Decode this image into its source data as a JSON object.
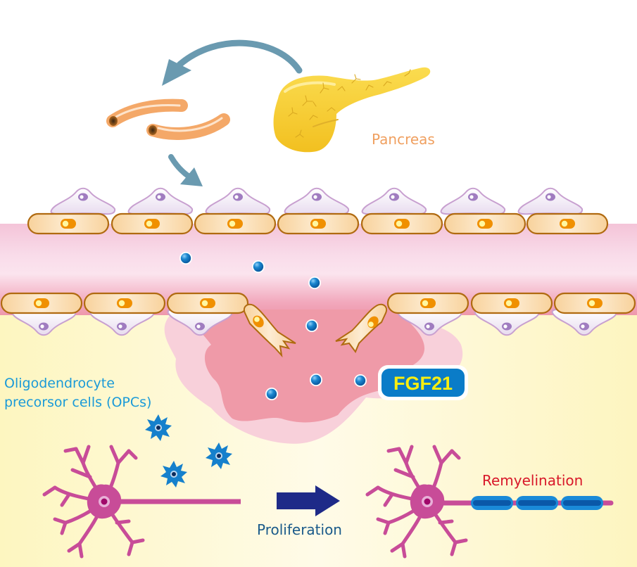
{
  "title": "FGF21 from the pancreas promotes OPC proliferation and remyelination",
  "labels": {
    "pancreas": "Pancreas",
    "opcs_line1": "Oligodendrocyte",
    "opcs_line2": "precorsor cells (OPCs)",
    "fgf21": "FGF21",
    "proliferation": "Proliferation",
    "remyelination": "Remyelination"
  },
  "colors": {
    "pancreas_label": "#f0a060",
    "opcs_label": "#1a9ad8",
    "fgf21_badge_bg": "#0a7cc8",
    "fgf21_badge_text": "#f8ee10",
    "proliferation_label": "#1a5a8a",
    "remyelination_label": "#d8182a",
    "pancreas": "#f5c830",
    "vessel_tube": "#f4a868",
    "flow_arrow": "#6a9ab0",
    "endothelial_cell": "#fbe0b8",
    "endothelial_border": "#b06a10",
    "endothelial_nucleus": "#f09000",
    "pericyte": "#f3ecf6",
    "pericyte_border": "#c8a0d0",
    "pericyte_nucleus": "#a07cc0",
    "blood_lumen": "#f7d0e0",
    "lesion": "#ef9aa8",
    "lesion_halo": "#f8d0da",
    "tissue_bg": "#fdf7c8",
    "fgf21_molecule": "#1a86cf",
    "opc_cell": "#1580cc",
    "neuron": "#c84c98",
    "myelin": "#1a8ad8",
    "myelin_core": "#0a58a8",
    "proliferation_arrow": "#1e2a88"
  },
  "diagram": {
    "nodes": [
      {
        "id": "pancreas",
        "label": "Pancreas",
        "kind": "organ"
      },
      {
        "id": "blood_vessel",
        "label": "",
        "kind": "vessel"
      },
      {
        "id": "bbb_lesion",
        "label": "",
        "kind": "damaged endothelium"
      },
      {
        "id": "fgf21",
        "label": "FGF21",
        "kind": "molecule"
      },
      {
        "id": "opcs",
        "label": "Oligodendrocyte precorsor cells (OPCs)",
        "kind": "cell"
      },
      {
        "id": "neuron_before",
        "label": "",
        "kind": "neuron"
      },
      {
        "id": "neuron_after",
        "label": "Remyelination",
        "kind": "neuron"
      }
    ],
    "edges": [
      {
        "from": "pancreas",
        "to": "blood_vessel",
        "label": ""
      },
      {
        "from": "blood_vessel",
        "to": "bbb_lesion",
        "label": ""
      },
      {
        "from": "neuron_before",
        "to": "neuron_after",
        "label": "Proliferation"
      }
    ],
    "counts": {
      "upper_endothelial_cells": 7,
      "upper_pericytes": 7,
      "lower_endothelial_cells": 6,
      "lower_pericytes": 6,
      "detached_endothelial_cells": 2,
      "fgf21_molecules": 7,
      "opc_cells": 3,
      "myelin_segments": 3
    }
  }
}
